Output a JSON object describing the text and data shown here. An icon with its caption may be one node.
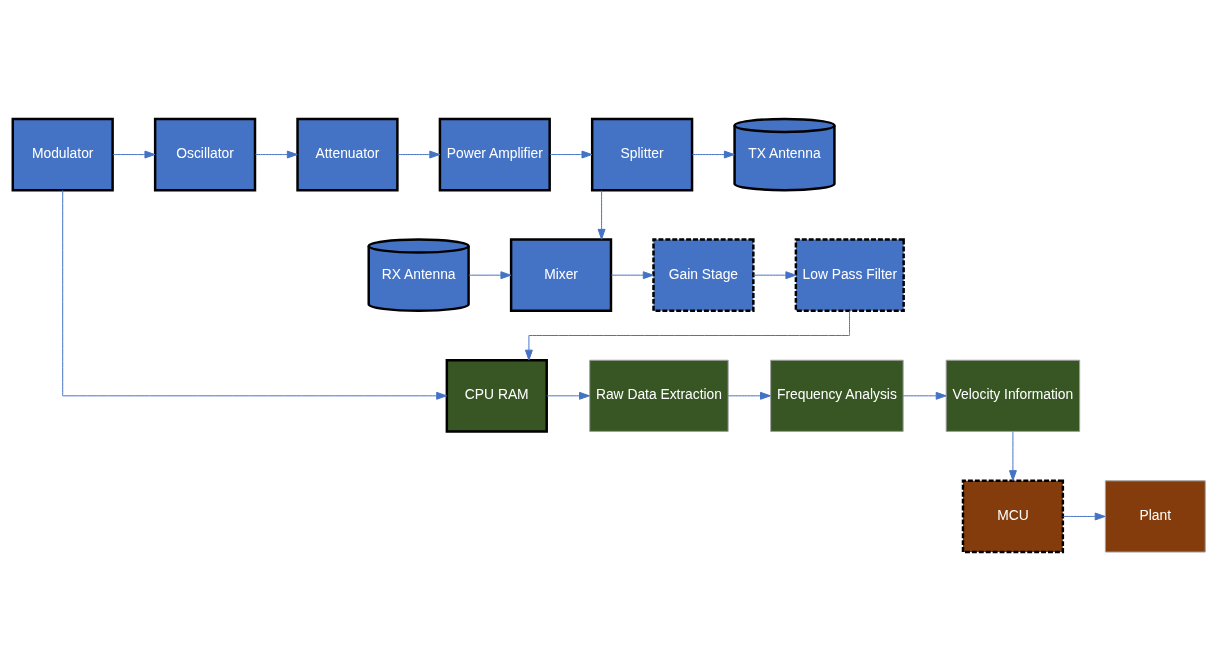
{
  "diagram": {
    "nodes": [
      {
        "text": [
          "Modulator"
        ]
      },
      {
        "text": [
          "Oscillator"
        ]
      },
      {
        "text": [
          "Attenuator"
        ]
      },
      {
        "text": [
          "Power Amplifier"
        ]
      },
      {
        "text": [
          "Splitter"
        ]
      },
      {
        "text": [
          "TX Antenna"
        ]
      },
      {
        "text": [
          "Low Pass Filter"
        ]
      },
      {
        "text": [
          "Gain Stage"
        ]
      },
      {
        "text": [
          "Mixer"
        ]
      },
      {
        "text": [
          "RX Antenna"
        ]
      },
      {
        "text": [
          "CPU RAM"
        ]
      },
      {
        "text": [
          "Raw Data Extraction"
        ]
      },
      {
        "text": [
          "Frequency Analysis"
        ]
      },
      {
        "text": [
          "Velocity Information"
        ]
      },
      {
        "text": [
          "MCU"
        ]
      },
      {
        "text": [
          "Plant"
        ]
      }
    ],
    "edges": [
      {
        "from": 0,
        "to": 1,
        "arrow": "to"
      },
      {
        "from": 1,
        "to": 2,
        "arrow": "to"
      },
      {
        "from": 2,
        "to": 3,
        "arrow": "to"
      },
      {
        "from": 3,
        "to": 4,
        "arrow": "to"
      },
      {
        "from": 4,
        "to": 5,
        "arrow": "to"
      },
      {
        "from": 4,
        "to": 8,
        "arrow": "to"
      },
      {
        "from": 9,
        "to": 8,
        "arrow": "to"
      },
      {
        "from": 8,
        "to": 7,
        "arrow": "to"
      },
      {
        "from": 7,
        "to": 6,
        "arrow": "to"
      },
      {
        "from": 0,
        "to": 10,
        "arrow": "to"
      },
      {
        "from": 6,
        "to": 10,
        "arrow": "to"
      },
      {
        "from": 10,
        "to": 11,
        "arrow": "to"
      },
      {
        "from": 11,
        "to": 12,
        "arrow": "to"
      },
      {
        "from": 12,
        "to": 13,
        "arrow": "to"
      },
      {
        "from": 13,
        "to": 14,
        "arrow": "to"
      },
      {
        "from": 14,
        "to": 15,
        "arrow": "to"
      }
    ]
  }
}
